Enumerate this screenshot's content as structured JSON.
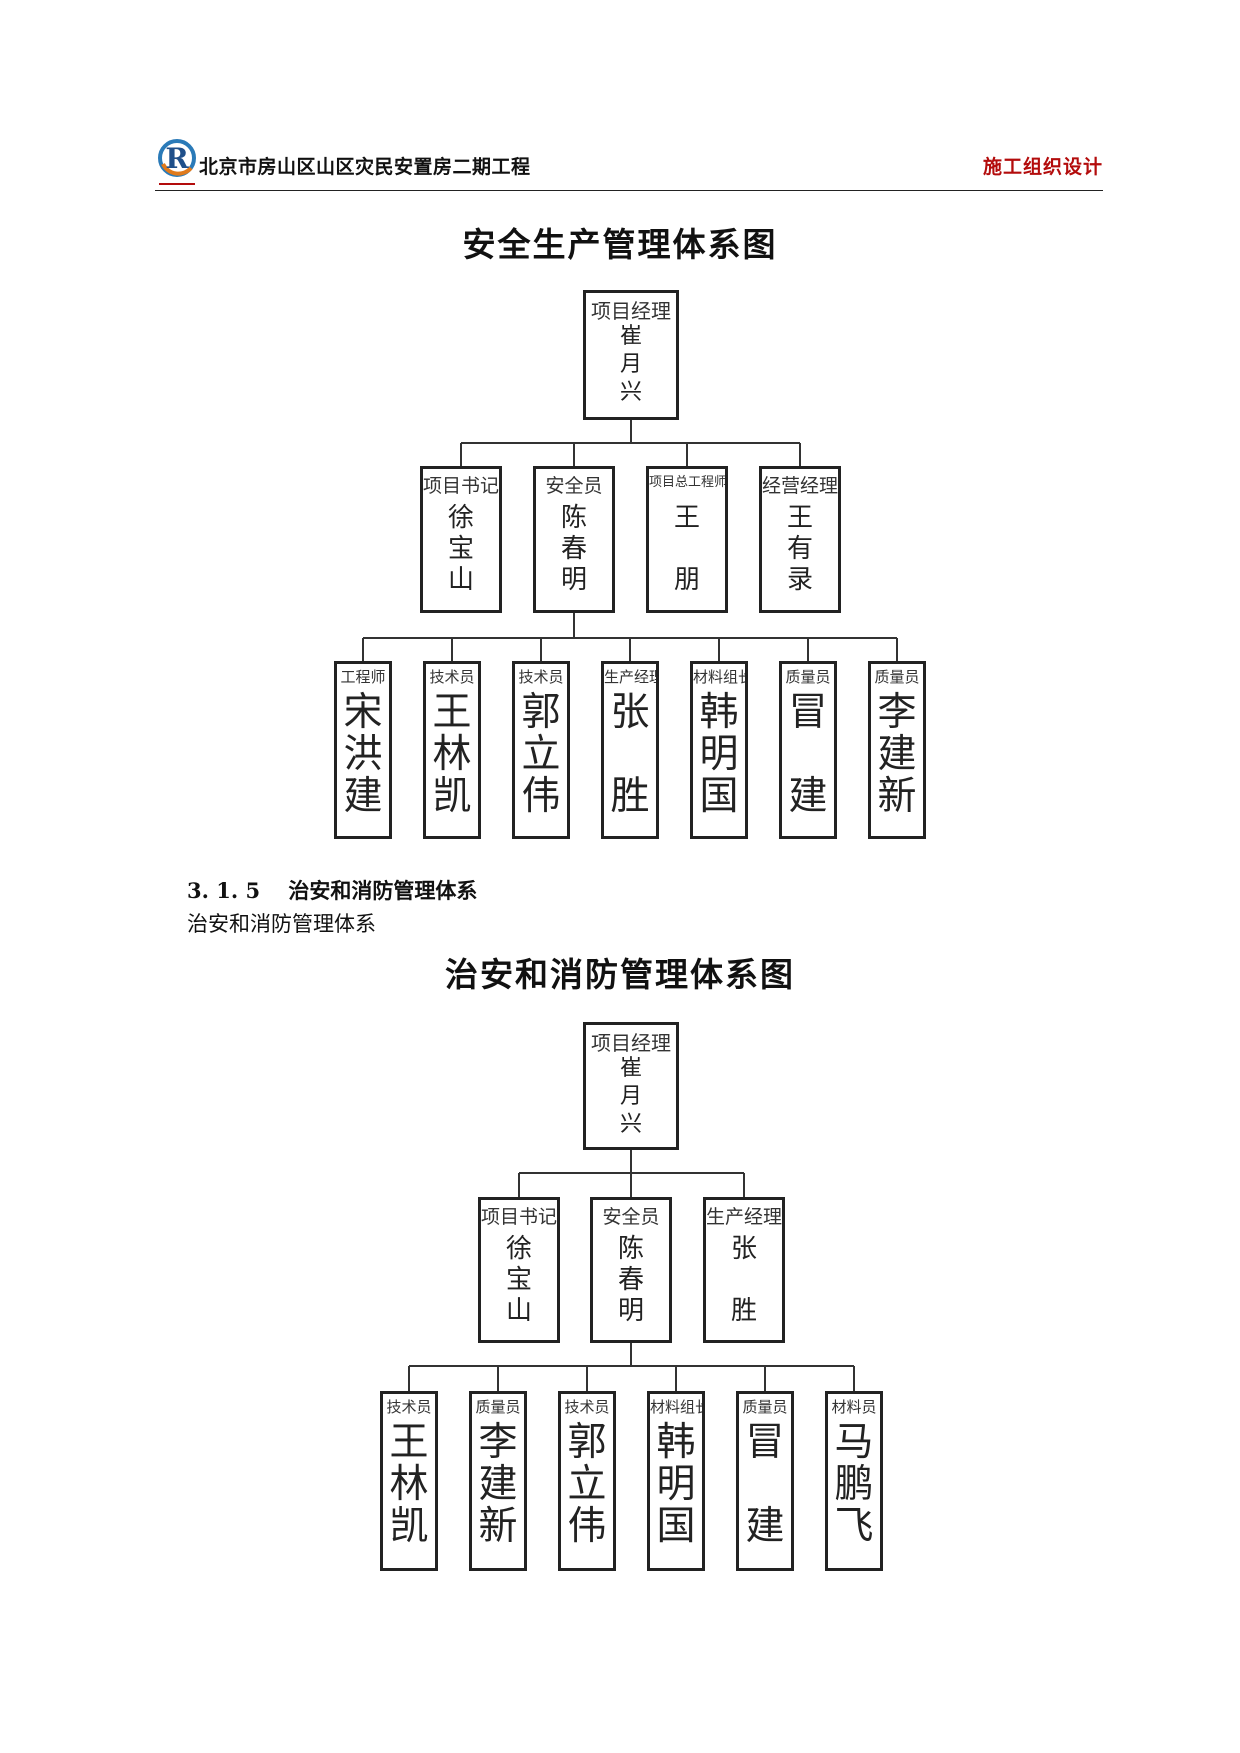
{
  "header": {
    "document_title": "北京市房山区山区灾民安置房二期工程",
    "section_label": "施工组织设计",
    "logo_letter": "R",
    "accent_color": "#b30c0c"
  },
  "chart1": {
    "title": "安全生产管理体系图",
    "root": {
      "role": "项目经理",
      "name": [
        "崔",
        "月",
        "兴"
      ]
    },
    "level2": [
      {
        "role": "项目书记",
        "name": [
          "徐",
          "宝",
          "山"
        ]
      },
      {
        "role": "安全员",
        "name": [
          "陈",
          "春",
          "明"
        ]
      },
      {
        "role": "项目总工程师",
        "name": [
          "王",
          "",
          "朋"
        ]
      },
      {
        "role": "经营经理",
        "name": [
          "王",
          "有",
          "录"
        ]
      }
    ],
    "level3": [
      {
        "role": "工程师",
        "name": [
          "宋",
          "洪",
          "建"
        ]
      },
      {
        "role": "技术员",
        "name": [
          "王",
          "林",
          "凯"
        ]
      },
      {
        "role": "技术员",
        "name": [
          "郭",
          "立",
          "伟"
        ]
      },
      {
        "role": "生产经理",
        "name": [
          "张",
          "",
          "胜"
        ]
      },
      {
        "role": "材料组长",
        "name": [
          "韩",
          "明",
          "国"
        ]
      },
      {
        "role": "质量员",
        "name": [
          "冒",
          "",
          "建"
        ]
      },
      {
        "role": "质量员",
        "name": [
          "李",
          "建",
          "新"
        ]
      }
    ]
  },
  "section": {
    "heading": "3. 1. 5　 治安和消防管理体系",
    "subheading": "治安和消防管理体系"
  },
  "chart2": {
    "title": "治安和消防管理体系图",
    "root": {
      "role": "项目经理",
      "name": [
        "崔",
        "月",
        "兴"
      ]
    },
    "level2": [
      {
        "role": "项目书记",
        "name": [
          "徐",
          "宝",
          "山"
        ]
      },
      {
        "role": "安全员",
        "name": [
          "陈",
          "春",
          "明"
        ]
      },
      {
        "role": "生产经理",
        "name": [
          "张",
          "",
          "胜"
        ]
      }
    ],
    "level3": [
      {
        "role": "技术员",
        "name": [
          "王",
          "林",
          "凯"
        ]
      },
      {
        "role": "质量员",
        "name": [
          "李",
          "建",
          "新"
        ]
      },
      {
        "role": "技术员",
        "name": [
          "郭",
          "立",
          "伟"
        ]
      },
      {
        "role": "材料组长",
        "name": [
          "韩",
          "明",
          "国"
        ]
      },
      {
        "role": "质量员",
        "name": [
          "冒",
          "",
          "建"
        ]
      },
      {
        "role": "材料员",
        "name": [
          "马",
          "鹏",
          "飞"
        ]
      }
    ]
  }
}
